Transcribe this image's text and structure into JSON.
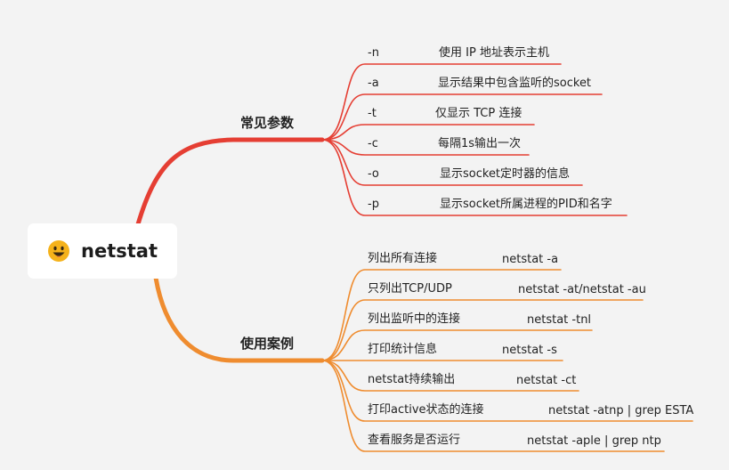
{
  "root": {
    "title": "netstat",
    "icon": "grinning-face-icon"
  },
  "branches": [
    {
      "label": "常见参数",
      "color": "#e53e33",
      "items": [
        {
          "key": "-n",
          "value": "使用 IP 地址表示主机"
        },
        {
          "key": "-a",
          "value": "显示结果中包含监听的socket"
        },
        {
          "key": "-t",
          "value": "仅显示 TCP 连接"
        },
        {
          "key": "-c",
          "value": "每隔1s输出一次"
        },
        {
          "key": "-o",
          "value": "显示socket定时器的信息"
        },
        {
          "key": "-p",
          "value": "显示socket所属进程的PID和名字"
        }
      ]
    },
    {
      "label": "使用案例",
      "color": "#ef8c2f",
      "items": [
        {
          "key": "列出所有连接",
          "value": "netstat -a"
        },
        {
          "key": "只列出TCP/UDP",
          "value": "netstat -at/netstat -au"
        },
        {
          "key": "列出监听中的连接",
          "value": "netstat -tnl"
        },
        {
          "key": "打印统计信息",
          "value": "netstat -s"
        },
        {
          "key": "netstat持续输出",
          "value": "netstat -ct"
        },
        {
          "key": "打印active状态的连接",
          "value": "netstat -atnp | grep ESTA"
        },
        {
          "key": "查看服务是否运行",
          "value": "netstat -aple | grep ntp"
        }
      ]
    }
  ]
}
